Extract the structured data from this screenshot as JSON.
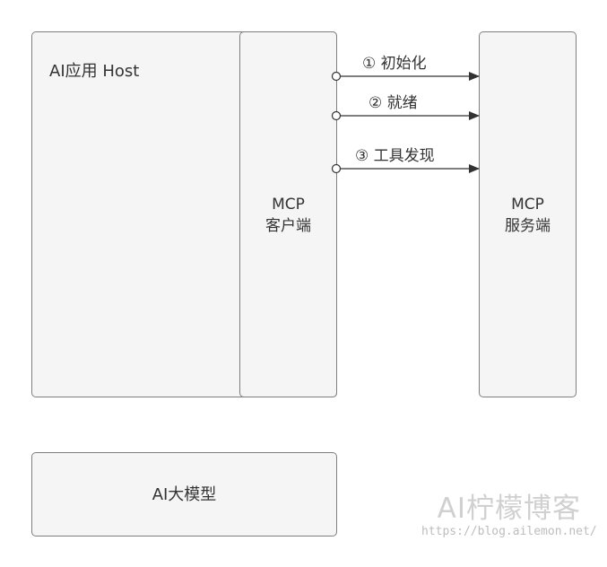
{
  "host": {
    "label": "AI应用 Host"
  },
  "client": {
    "line1": "MCP",
    "line2": "客户端"
  },
  "server": {
    "line1": "MCP",
    "line2": "服务端"
  },
  "llm": {
    "label": "AI大模型"
  },
  "steps": [
    {
      "label": "① 初始化"
    },
    {
      "label": "② 就绪"
    },
    {
      "label": "③ 工具发现"
    }
  ],
  "watermark": {
    "title": "AI柠檬博客",
    "url": "https://blog.ailemon.net/"
  },
  "colors": {
    "box_fill": "#f5f5f5",
    "box_border": "#7f7f7f",
    "arrow": "#333333"
  }
}
